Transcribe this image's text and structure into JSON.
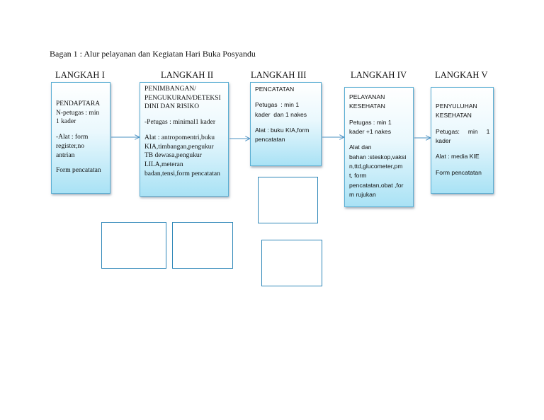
{
  "caption": "Bagan 1 : Alur pelayanan dan  Kegiatan Hari Buka Posyandu",
  "colors": {
    "box_border": "#5aaed3",
    "arrow": "#4a90c2",
    "empty_box_border": "#2f87b8"
  },
  "steps": [
    {
      "label": "LANGKAH I",
      "paragraphs": [
        [
          "PENDAPTARA",
          "N-petugas : min",
          "1 kader"
        ],
        [
          "-Alat : form",
          "register,no",
          "antrian"
        ],
        [
          "Form pencatatan"
        ]
      ]
    },
    {
      "label": "LANGKAH II",
      "paragraphs": [
        [
          "PENIMBANGAN/",
          "PENGUKURAN/DETEKSI",
          "DINI DAN RISIKO"
        ],
        [
          "-Petugas : minimal1 kader"
        ],
        [
          "Alat : antropomentri,buku",
          "KIA,timbangan,pengukur",
          "TB dewasa,pengukur",
          "LILA,meteran",
          "badan,tensi,form pencatatan"
        ]
      ]
    },
    {
      "label": "LANGKAH III",
      "paragraphs": [
        [
          "PENCATATAN"
        ],
        [
          "Petugas  : min 1",
          "kader  dan 1 nakes"
        ],
        [
          "Alat : buku KIA,form",
          "pencatatan"
        ]
      ]
    },
    {
      "label": "LANGKAH IV",
      "paragraphs": [
        [
          "PELAYANAN",
          "KESEHATAN"
        ],
        [
          "Petugas : min 1",
          "kader +1 nakes"
        ],
        [
          "Alat dan",
          "bahan :steskop,vaksi",
          "n,ttd,glucometer,pm",
          "t, form",
          "pencatatan,obat ,for",
          "m rujukan"
        ]
      ]
    },
    {
      "label": "LANGKAH V",
      "paragraphs": [
        [
          "PENYULUHAN",
          "KESEHATAN"
        ],
        [
          "Petugas:     min     1",
          "kader"
        ],
        [
          "Alat : media KIE"
        ],
        [
          "Form pencatatan"
        ]
      ]
    }
  ]
}
